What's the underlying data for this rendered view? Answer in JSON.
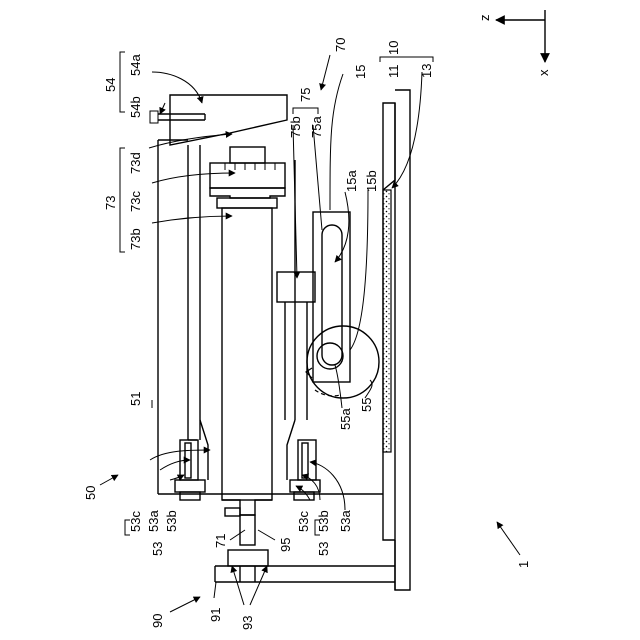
{
  "axes": {
    "z_label": "z",
    "x_label": "x"
  },
  "labels": {
    "n1": "1",
    "n10": "10",
    "n11": "11",
    "n13": "13",
    "n15": "15",
    "n15a": "15a",
    "n15b": "15b",
    "n50": "50",
    "n51": "51",
    "n53_left": "53",
    "n53a_left": "53a",
    "n53b_left": "53b",
    "n53c_left": "53c",
    "n53_right": "53",
    "n53a_right": "53a",
    "n53b_right": "53b",
    "n53c_right": "53c",
    "n54": "54",
    "n54a": "54a",
    "n54b": "54b",
    "n55": "55",
    "n55a": "55a",
    "n70": "70",
    "n71": "71",
    "n73": "73",
    "n73b": "73b",
    "n73c": "73c",
    "n73d": "73d",
    "n75": "75",
    "n75a": "75a",
    "n75b": "75b",
    "n90": "90",
    "n91": "91",
    "n93": "93",
    "n95": "95"
  }
}
